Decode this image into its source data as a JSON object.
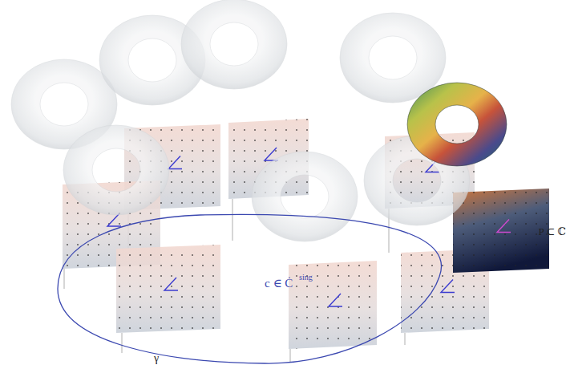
{
  "diagram": {
    "labels": [
      "c ∈ Ċ",
      "sing",
      "γ",
      "P ⊂ ℂ"
    ]
  }
}
